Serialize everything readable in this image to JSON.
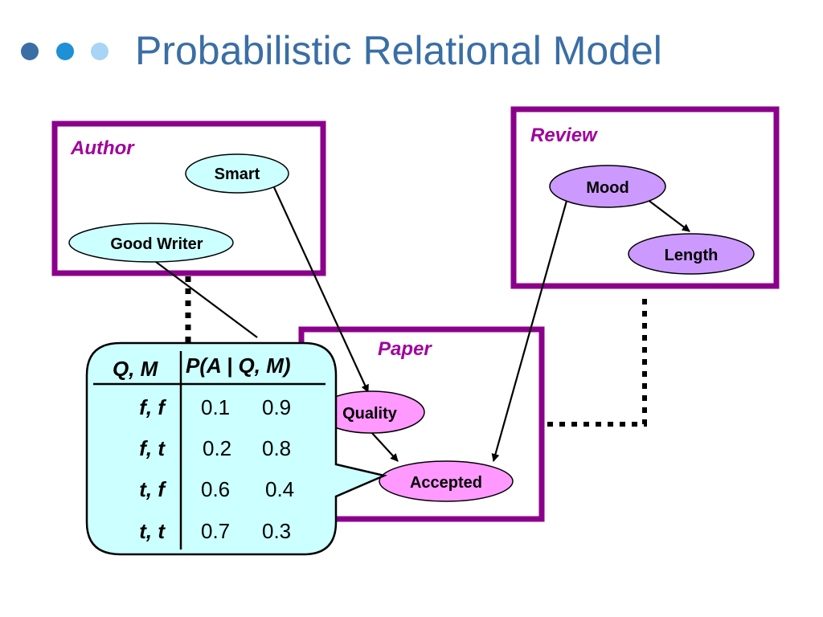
{
  "slide": {
    "title": "Probabilistic Relational Model",
    "bullet_colors": [
      "#3a6ea5",
      "#1e90d6",
      "#a8d4f5"
    ]
  },
  "classes": {
    "author": "Author",
    "review": "Review",
    "paper": "Paper"
  },
  "nodes": {
    "smart": "Smart",
    "good_writer": "Good Writer",
    "mood": "Mood",
    "length": "Length",
    "quality": "Quality",
    "accepted": "Accepted"
  },
  "colors": {
    "class_border": "#8b008b",
    "class_label": "#a0009c",
    "author_node_fill": "#ccffff",
    "review_node_fill": "#cc99ff",
    "paper_node_fill": "#ff99ff",
    "cpt_fill": "#ccffff"
  },
  "cpt": {
    "header_parents": "Q, M",
    "header_prob": "P(A | Q, M)",
    "rows": [
      {
        "parents": "f, f",
        "p1": "0.1",
        "p2": "0.9"
      },
      {
        "parents": "f, t",
        "p1": "0.2",
        "p2": "0.8"
      },
      {
        "parents": "t, f",
        "p1": "0.6",
        "p2": "0.4"
      },
      {
        "parents": "t, t",
        "p1": "0.7",
        "p2": "0.3"
      }
    ]
  }
}
